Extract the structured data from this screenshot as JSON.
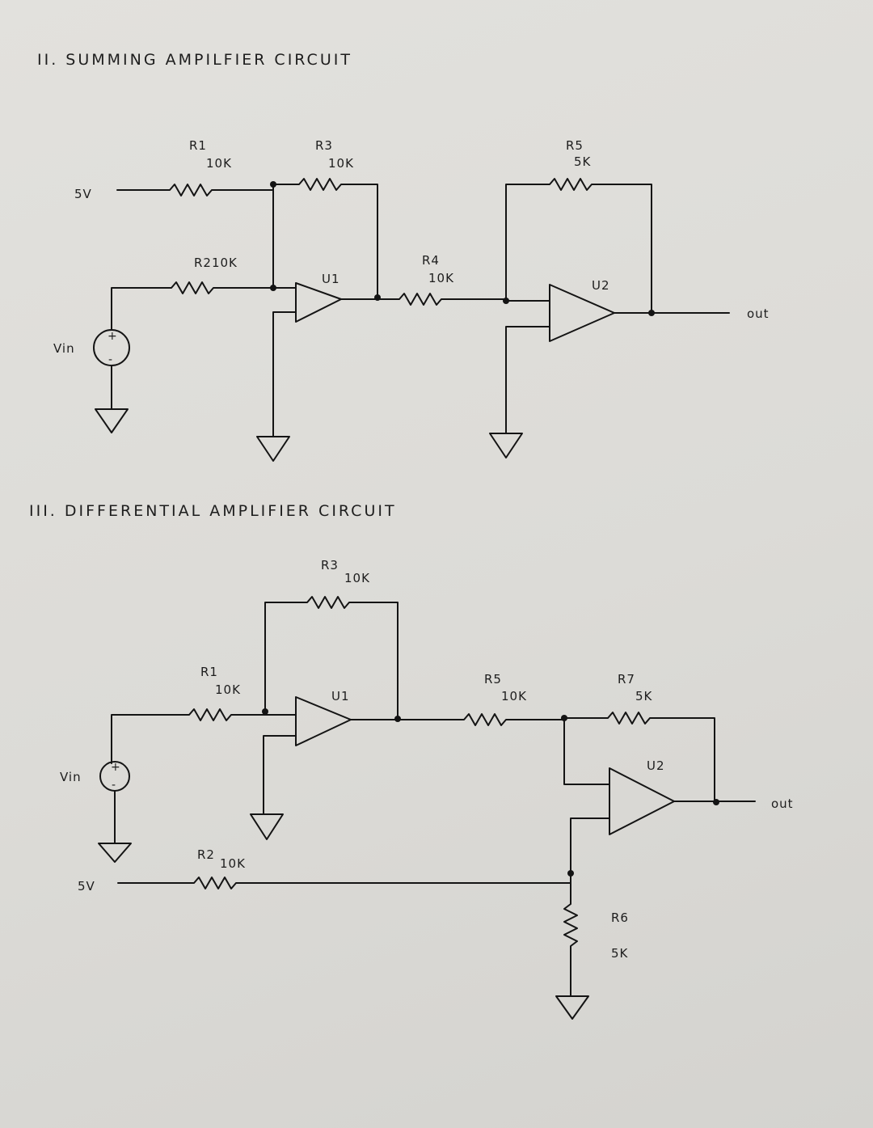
{
  "summing": {
    "title": "II. SUMMING AMPILFIER CIRCUIT",
    "source_5v": "5V",
    "vin": "Vin",
    "r1": {
      "name": "R1",
      "value": "10K"
    },
    "r3": {
      "name": "R3",
      "value": "10K"
    },
    "r2": {
      "name": "R2",
      "value": "10K"
    },
    "r4": {
      "name": "R4",
      "value": "10K"
    },
    "r5": {
      "name": "R5",
      "value": "5K"
    },
    "u1": "U1",
    "u2": "U2",
    "out": "out"
  },
  "differential": {
    "title": "III. DIFFERENTIAL AMPLIFIER CIRCUIT",
    "vin": "Vin",
    "source_5v": "5V",
    "r3": {
      "name": "R3",
      "value": "10K"
    },
    "r1": {
      "name": "R1",
      "value": "10K"
    },
    "r5": {
      "name": "R5",
      "value": "10K"
    },
    "r7": {
      "name": "R7",
      "value": "5K"
    },
    "r2": {
      "name": "R2",
      "value": "10K"
    },
    "r6": {
      "name": "R6",
      "value": "5K"
    },
    "u1": "U1",
    "u2": "U2",
    "out": "out"
  },
  "symbols": {
    "plus": "+",
    "minus": "-"
  }
}
